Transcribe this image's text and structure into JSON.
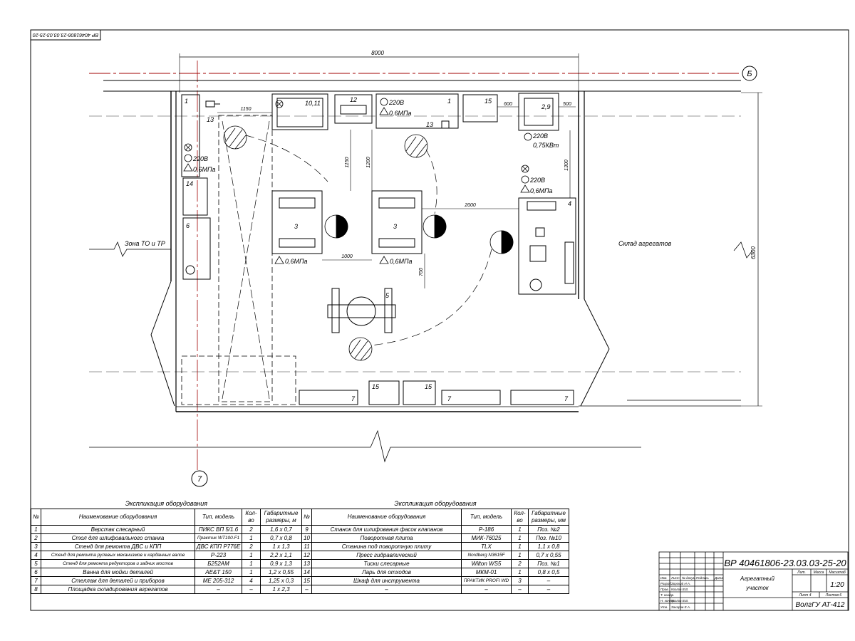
{
  "sheet": {
    "code_rotated": "ВР 40461806-23.03.03-25-20"
  },
  "plan": {
    "dim_width": "8000",
    "dim_height": "6300",
    "axis_b": "Б",
    "axis_7": "7",
    "zone_left": "Зона ТО и ТР",
    "zone_right": "Склад агрегатов",
    "dims": {
      "d1150_h": "1150",
      "d1150_v": "1150",
      "d1200": "1200",
      "d1000": "1000",
      "d2000": "2000",
      "d700": "700",
      "d600": "600",
      "d500": "500",
      "d1300": "1300"
    },
    "utilities": {
      "v220": "220В",
      "p06": "0,6МПа",
      "kw075": "0,75КВт"
    },
    "marks": {
      "m1": "1",
      "m1011": "10,11",
      "m12": "12",
      "m13": "13",
      "m14": "14",
      "m15": "15",
      "m29": "2,9",
      "m3": "3",
      "m4": "4",
      "m5": "5",
      "m6": "6",
      "m7": "7"
    }
  },
  "table": {
    "title": "Экспликация оборудования",
    "headers": [
      "№",
      "Наименование оборудования",
      "Тип, модель",
      "Кол-во",
      "Габаритные размеры, м"
    ],
    "headers_right": [
      "№",
      "Наименование оборудования",
      "Тип, модель",
      "Кол-во",
      "Габаритные размеры, мм"
    ],
    "rows_left": [
      [
        "1",
        "Верстак слесарный",
        "ПИКС ВП 5/1.6",
        "2",
        "1,6 х 0,7"
      ],
      [
        "2",
        "Стол для шлифовального станка",
        "Практик WT100.F1",
        "1",
        "0,7 х 0,8"
      ],
      [
        "3",
        "Стенд для ремонта ДВС и КПП",
        "ДВС КПП Р776Е",
        "2",
        "1 х 1,3"
      ],
      [
        "4",
        "Стенд для ремонта рулевых механизмов и карданных валов",
        "Р-223",
        "1",
        "2,2 х 1,1"
      ],
      [
        "5",
        "Стенд для ремонта редукторов и задних мостов",
        "Б252АМ",
        "1",
        "0,9 х 1,3"
      ],
      [
        "6",
        "Ванна для мойки деталей",
        "АЕ&Т 150",
        "1",
        "1,2 х 0,55"
      ],
      [
        "7",
        "Стеллаж для деталей и приборов",
        "МЕ 205-312",
        "4",
        "1,25 х 0,3"
      ],
      [
        "8",
        "Площадка складирования агрегатов",
        "–",
        "–",
        "1 х 2,3"
      ]
    ],
    "rows_right": [
      [
        "9",
        "Станок для шлифования фасок клапанов",
        "Р-186",
        "1",
        "Поз. №2"
      ],
      [
        "10",
        "Поворотная плита",
        "МИК-76025",
        "1",
        "Поз. №10"
      ],
      [
        "11",
        "Станина под поворотную плиту",
        "TLX",
        "1",
        "1,1 х 0,8"
      ],
      [
        "12",
        "Пресс гидравлический",
        "Nordberg N3615F",
        "1",
        "0,7 х 0,55"
      ],
      [
        "13",
        "Тиски слесарные",
        "Wilton WS5",
        "2",
        "Поз. №1"
      ],
      [
        "14",
        "Ларь для отходов",
        "МКМ-01",
        "1",
        "0,8 х 0,5"
      ],
      [
        "15",
        "Шкаф для инструмента",
        "ПРАКТИК PROFI WD",
        "3",
        "–"
      ],
      [
        "–",
        "–",
        "–",
        "–",
        "–"
      ]
    ]
  },
  "stamp": {
    "code": "ВР 40461806-23.03.03-25-20",
    "title_line1": "Агрегатный",
    "title_line2": "участок",
    "scale": "1:20",
    "org": "ВолгГУ АТ-412",
    "col_lit": "Лит.",
    "col_mass": "Масса",
    "col_scale": "Масштаб",
    "sheet_label": "Лист 4",
    "sheets_label": "Листов 6",
    "roles": [
      "Изм.",
      "Лист",
      "№ докум.",
      "Подпись",
      "Дата"
    ],
    "people": [
      [
        "Разраб.",
        "Зорский Н.А."
      ],
      [
        "Пров.",
        "Козлов В.В."
      ],
      [
        "Т. контр.",
        ""
      ],
      [
        "Н. контр.",
        "Козлов В.В."
      ],
      [
        "Утв.",
        "Захаров Е.А."
      ]
    ]
  }
}
